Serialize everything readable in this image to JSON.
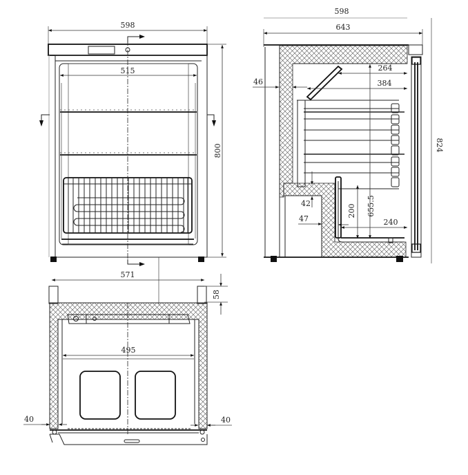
{
  "drawing": {
    "subject": "Under-counter refrigerator technical drawing",
    "units": "mm",
    "views": {
      "front": {
        "dimensions": {
          "overall_width": "598",
          "inner_width": "515",
          "height": "800"
        }
      },
      "side_section": {
        "dimensions": {
          "top_reference_width": "598",
          "overall_depth": "643",
          "shelf_depth_upper": "264",
          "shelf_depth": "384",
          "wall_thickness": "46",
          "step_height": "42",
          "compressor_wall": "47",
          "bottom_step_height": "200",
          "inner_height": "655.5",
          "bottom_depth": "240",
          "overall_height": "824"
        }
      },
      "top_section": {
        "dimensions": {
          "outer_width": "571",
          "inner_width": "495",
          "door_offset": "58",
          "left_wall": "40",
          "right_wall": "40"
        }
      }
    },
    "colors": {
      "line": "#222222",
      "background": "#ffffff",
      "hatch": "#555555"
    }
  }
}
